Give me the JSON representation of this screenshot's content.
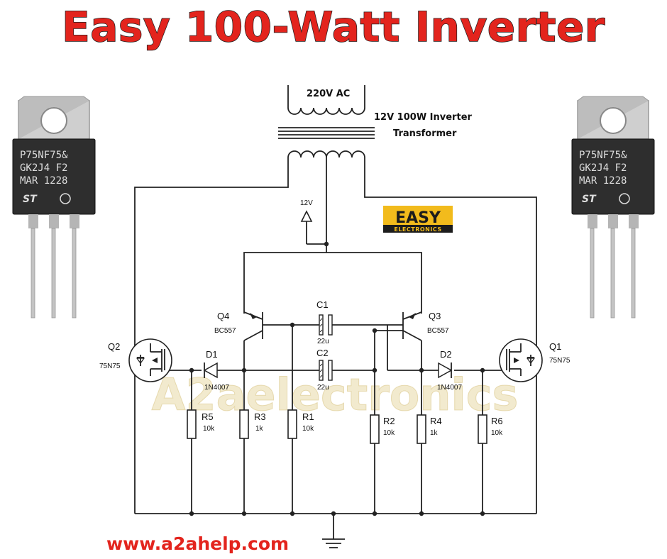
{
  "title": "Easy 100-Watt Inverter",
  "footer_url": "www.a2ahelp.com",
  "watermark": "A2aelectronics",
  "logo": {
    "top": "EASY",
    "bottom": "ELECTRONICS",
    "bg": "#f2bb1c",
    "dark": "#1c1c1c"
  },
  "transformer": {
    "primary_label": "220V AC",
    "name_line1": "12V 100W Inverter",
    "name_line2": "Transformer"
  },
  "supply_label": "12V",
  "mosfet_photo_left": {
    "line1": "P75NF75&",
    "line2": "GK2J4 F2",
    "line3": "MAR 1228",
    "brand": "ST"
  },
  "mosfet_photo_right": {
    "line1": "P75NF75&",
    "line2": "GK2J4 F2",
    "line3": "MAR 1228",
    "brand": "ST"
  },
  "components": {
    "q1": {
      "ref": "Q1",
      "value": "75N75"
    },
    "q2": {
      "ref": "Q2",
      "value": "75N75"
    },
    "q3": {
      "ref": "Q3",
      "value": "BC557"
    },
    "q4": {
      "ref": "Q4",
      "value": "BC557"
    },
    "c1": {
      "ref": "C1",
      "value": "22u"
    },
    "c2": {
      "ref": "C2",
      "value": "22u"
    },
    "d1": {
      "ref": "D1",
      "value": "1N4007"
    },
    "d2": {
      "ref": "D2",
      "value": "1N4007"
    },
    "r1": {
      "ref": "R1",
      "value": "10k"
    },
    "r2": {
      "ref": "R2",
      "value": "10k"
    },
    "r3": {
      "ref": "R3",
      "value": "1k"
    },
    "r4": {
      "ref": "R4",
      "value": "1k"
    },
    "r5": {
      "ref": "R5",
      "value": "10k"
    },
    "r6": {
      "ref": "R6",
      "value": "10k"
    }
  },
  "colors": {
    "title": "#e3241d",
    "url": "#e3241d",
    "ink": "#222222"
  }
}
